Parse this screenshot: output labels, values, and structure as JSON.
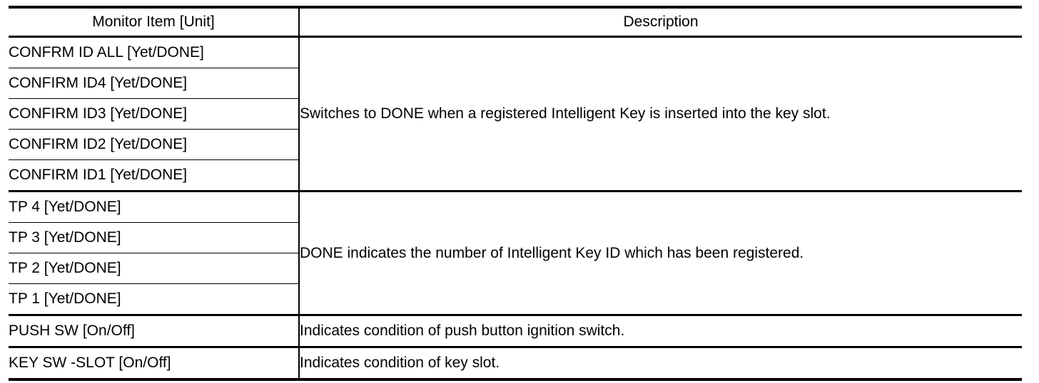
{
  "table": {
    "headers": {
      "item": "Monitor Item [Unit]",
      "description": "Description"
    },
    "groups": [
      {
        "description": "Switches to DONE when a registered Intelligent Key is inserted into the key slot.",
        "items": [
          "CONFRM ID ALL [Yet/DONE]",
          "CONFIRM ID4 [Yet/DONE]",
          "CONFIRM ID3 [Yet/DONE]",
          "CONFIRM ID2 [Yet/DONE]",
          "CONFIRM ID1 [Yet/DONE]"
        ]
      },
      {
        "description": "DONE indicates the number of Intelligent Key ID which has been registered.",
        "items": [
          "TP 4 [Yet/DONE]",
          "TP 3 [Yet/DONE]",
          "TP 2 [Yet/DONE]",
          "TP 1 [Yet/DONE]"
        ]
      },
      {
        "description": "Indicates condition of push button ignition switch.",
        "items": [
          "PUSH SW [On/Off]"
        ]
      },
      {
        "description": "Indicates condition of key slot.",
        "items": [
          "KEY SW -SLOT [On/Off]"
        ]
      }
    ]
  },
  "colors": {
    "rule": "#000000",
    "text": "#000000",
    "background": "#ffffff"
  }
}
